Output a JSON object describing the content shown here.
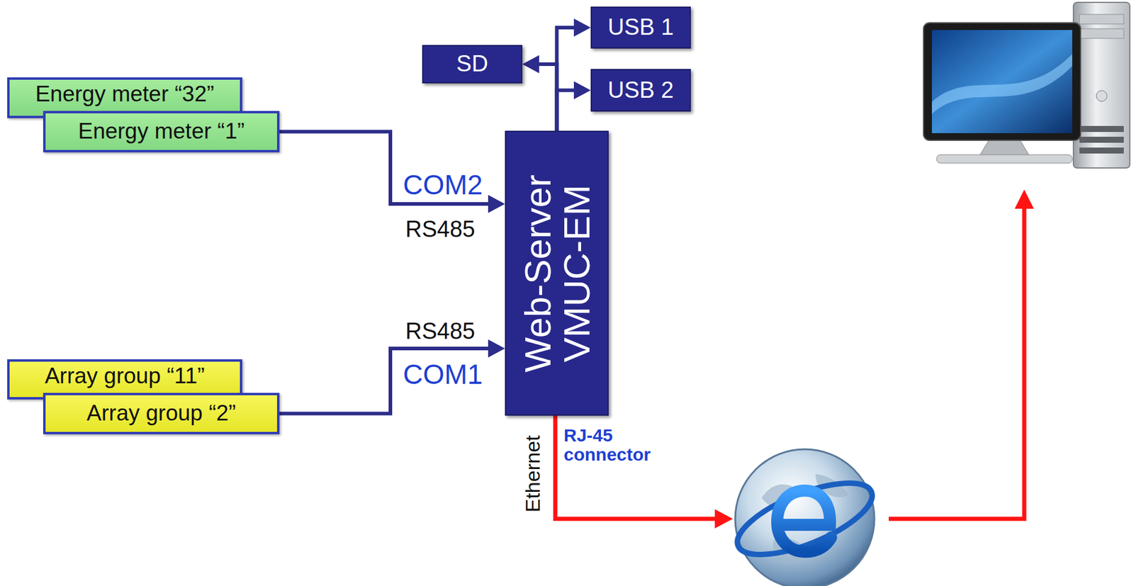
{
  "diagram": {
    "nodes": [
      {
        "text": [
          "USB 1"
        ]
      },
      {
        "text": [
          "SD"
        ]
      },
      {
        "text": [
          "USB 2"
        ]
      },
      {
        "text": [
          "Energy meter “32”"
        ]
      },
      {
        "text": [
          "Energy meter “1”"
        ]
      },
      {
        "text": [
          "Web-Server VMUC-EM"
        ]
      },
      {
        "text": [
          "Array group “11”"
        ]
      },
      {
        "text": [
          "Array group “2”"
        ]
      }
    ],
    "edges": [
      {
        "from": 4,
        "to": 5,
        "arrow": "to"
      },
      {
        "from": 7,
        "to": 5,
        "arrow": "to"
      },
      {
        "from": 5,
        "to": 0,
        "arrow": "to"
      },
      {
        "from": 5,
        "to": 2,
        "arrow": "to"
      },
      {
        "from": 5,
        "to": 1,
        "arrow": "to"
      }
    ],
    "labels": [
      "COM2",
      "RS485",
      "RS485",
      "COM1",
      "Ethernet",
      "RJ-45 connector"
    ]
  }
}
